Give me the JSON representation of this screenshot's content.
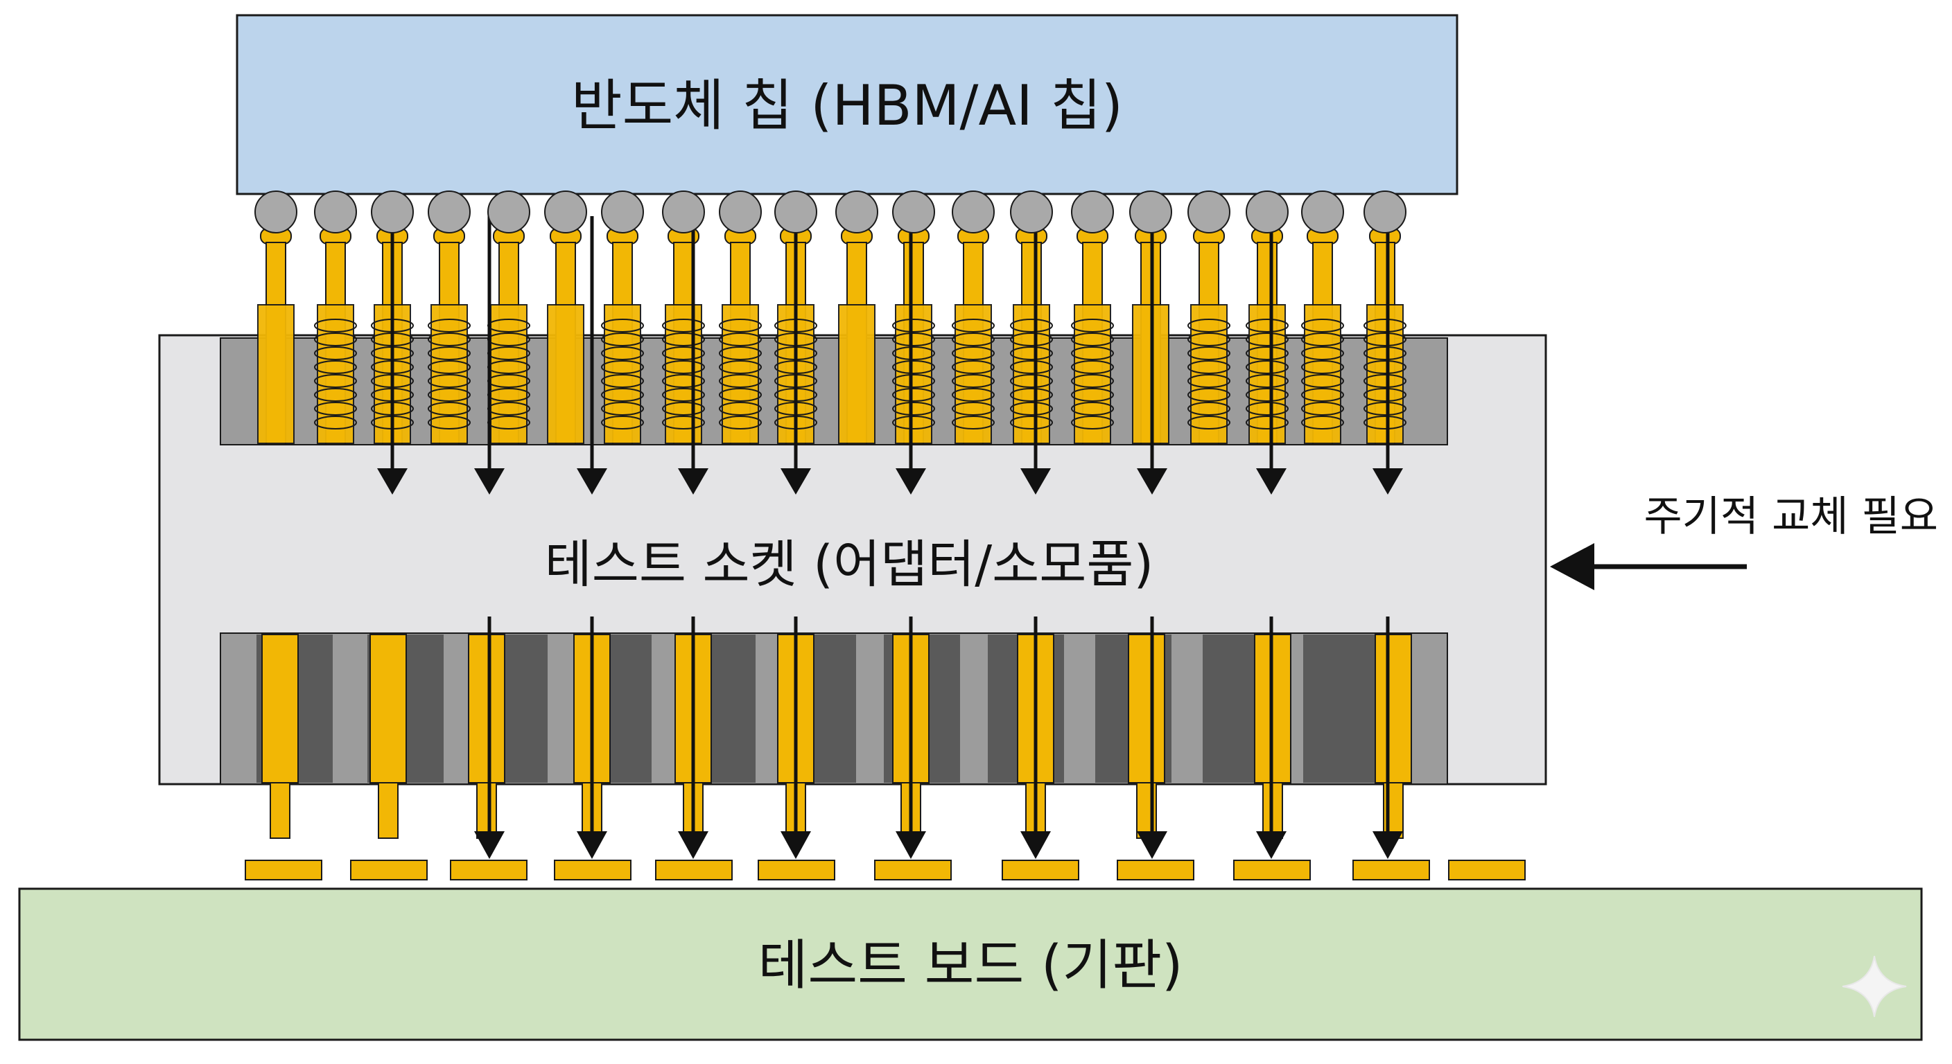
{
  "chip": {
    "label": "반도체 칩 (HBM/AI 칩)",
    "color": "#bcd4ec"
  },
  "socket": {
    "label": "테스트 소켓 (어댑터/소모품)",
    "color": "#e4e4e6"
  },
  "board": {
    "label": "테스트 보드 (기판)",
    "color": "#cfe3c0"
  },
  "replacement_note": {
    "label": "주기적 교체 필요"
  },
  "colors": {
    "pin": "#f2b705",
    "outline": "#1a1a1a",
    "solder_ball": "#a9a9a9",
    "cavity_dark": "#5a5a5a",
    "cavity_light": "#9c9c9c"
  },
  "icons": {
    "replacement_arrow": "left-arrow-icon",
    "watermark": "sparkle-icon"
  }
}
